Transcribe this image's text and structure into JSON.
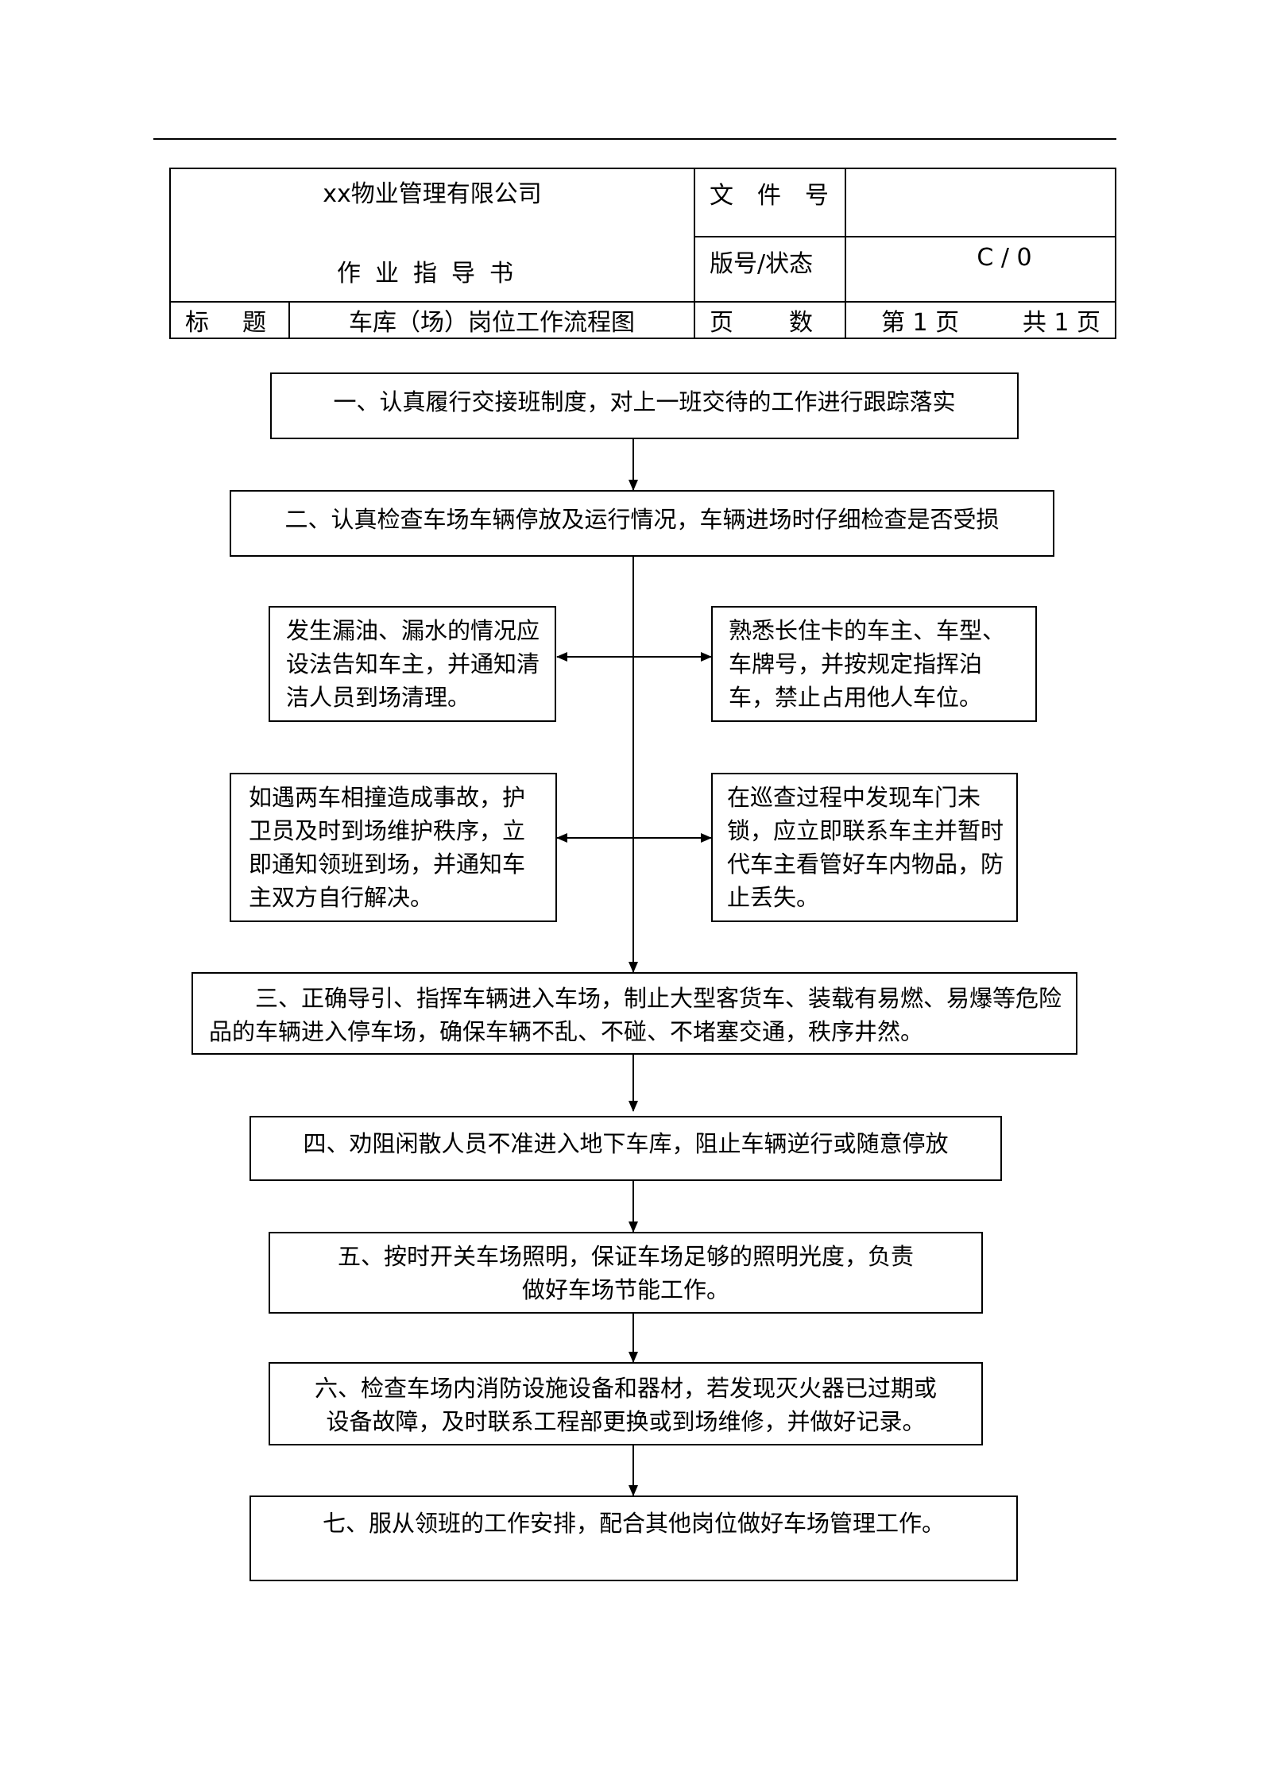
{
  "header": {
    "company": "xx物业管理有限公司",
    "doc_type": "作业指导书",
    "doc_no_label": "文　件　号",
    "doc_no_value": "",
    "version_label": "版号/状态",
    "version_value": "C / 0",
    "title_label_a": "标",
    "title_label_b": "题",
    "title_value": "车库（场）岗位工作流程图",
    "pages_label_a": "页",
    "pages_label_b": "数",
    "page_current": "第 1 页",
    "page_total": "共 1 页"
  },
  "flow": {
    "step1": "一、认真履行交接班制度，对上一班交待的工作进行跟踪落实",
    "step2": "二、认真检查车场车辆停放及运行情况，车辆进场时仔细检查是否受损",
    "side_left_1": "发生漏油、漏水的情况应设法告知车主，并通知清洁人员到场清理。",
    "side_right_1": "熟悉长住卡的车主、车型、车牌号，并按规定指挥泊车，禁止占用他人车位。",
    "side_left_2": "如遇两车相撞造成事故，护卫员及时到场维护秩序，立即通知领班到场，并通知车主双方自行解决。",
    "side_right_2": "在巡查过程中发现车门未锁，应立即联系车主并暂时代车主看管好车内物品，防止丢失。",
    "step3": "三、正确导引、指挥车辆进入车场，制止大型客货车、装载有易燃、易爆等危险品的车辆进入停车场，确保车辆不乱、不碰、不堵塞交通，秩序井然。",
    "step4": "四、劝阻闲散人员不准进入地下车库，阻止车辆逆行或随意停放",
    "step5_line1": "五、按时开关车场照明，保证车场足够的照明光度，负责",
    "step5_line2": "做好车场节能工作。",
    "step6_line1": "六、检查车场内消防设施设备和器材，若发现灭火器已过期或",
    "step6_line2": "设备故障，及时联系工程部更换或到场维修，并做好记录。",
    "step7": "七、服从领班的工作安排，配合其他岗位做好车场管理工作。"
  }
}
